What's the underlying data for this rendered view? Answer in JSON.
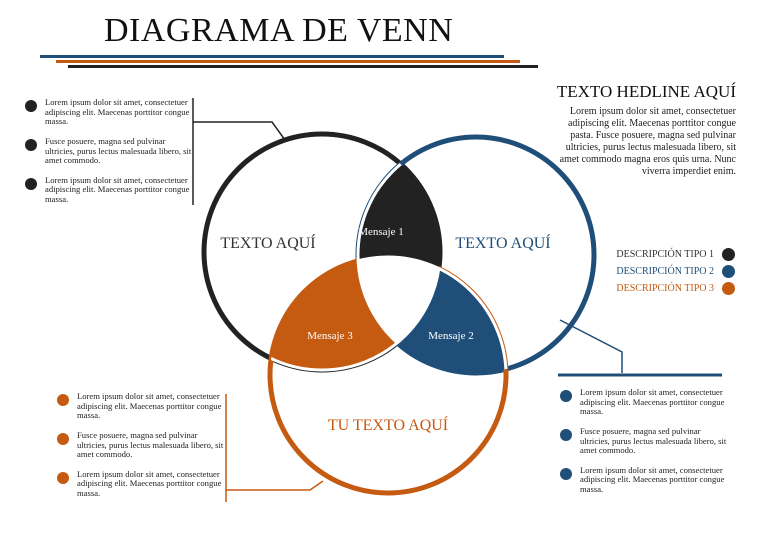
{
  "title": "DIAGRAMA DE VENN",
  "colors": {
    "black": "#222222",
    "blue": "#1f4e79",
    "orange": "#c55a11"
  },
  "venn": {
    "circle_left_label": "TEXTO AQUÍ",
    "circle_right_label": "TEXTO AQUÍ",
    "circle_bottom_label": "TU TEXTO AQUÍ",
    "message_1": "Mensaje 1",
    "message_2": "Mensaje 2",
    "message_3": "Mensaje 3"
  },
  "top_left_bullets": [
    "Lorem ipsum dolor sit amet, consectetuer adipiscing elit. Maecenas porttitor congue massa.",
    "Fusce posuere, magna sed pulvinar ultricies, purus lectus malesuada libero, sit amet commodo.",
    "Lorem ipsum dolor sit amet, consectetuer adipiscing elit. Maecenas porttitor congue massa."
  ],
  "bottom_left_bullets": [
    "Lorem ipsum dolor sit amet, consectetuer adipiscing elit. Maecenas porttitor congue massa.",
    "Fusce posuere, magna sed pulvinar ultricies, purus lectus malesuada libero, sit amet commodo.",
    "Lorem ipsum dolor sit amet, consectetuer adipiscing elit. Maecenas porttitor congue massa."
  ],
  "bottom_right_bullets": [
    "Lorem ipsum dolor sit amet, consectetuer adipiscing elit. Maecenas porttitor congue massa.",
    "Fusce posuere, magna sed pulvinar ultricies, purus lectus malesuada libero, sit amet commodo.",
    "Lorem ipsum dolor sit amet, consectetuer adipiscing elit. Maecenas porttitor congue massa."
  ],
  "headline": "TEXTO HEDLINE AQUÍ",
  "headline_body": "Lorem ipsum dolor sit amet, consectetuer adipiscing elit. Maecenas porttitor congue pasta. Fusce posuere, magna sed pulvinar ultricies, purus lectus malesuada libero, sit amet commodo magna eros quis urna. Nunc viverra imperdiet enim.",
  "legend": [
    {
      "label": "DESCRIPCIÓN TIPO 1",
      "color": "#222222"
    },
    {
      "label": "DESCRIPCIÓN TIPO 2",
      "color": "#1f4e79"
    },
    {
      "label": "DESCRIPCIÓN TIPO 3",
      "color": "#c55a11"
    }
  ]
}
